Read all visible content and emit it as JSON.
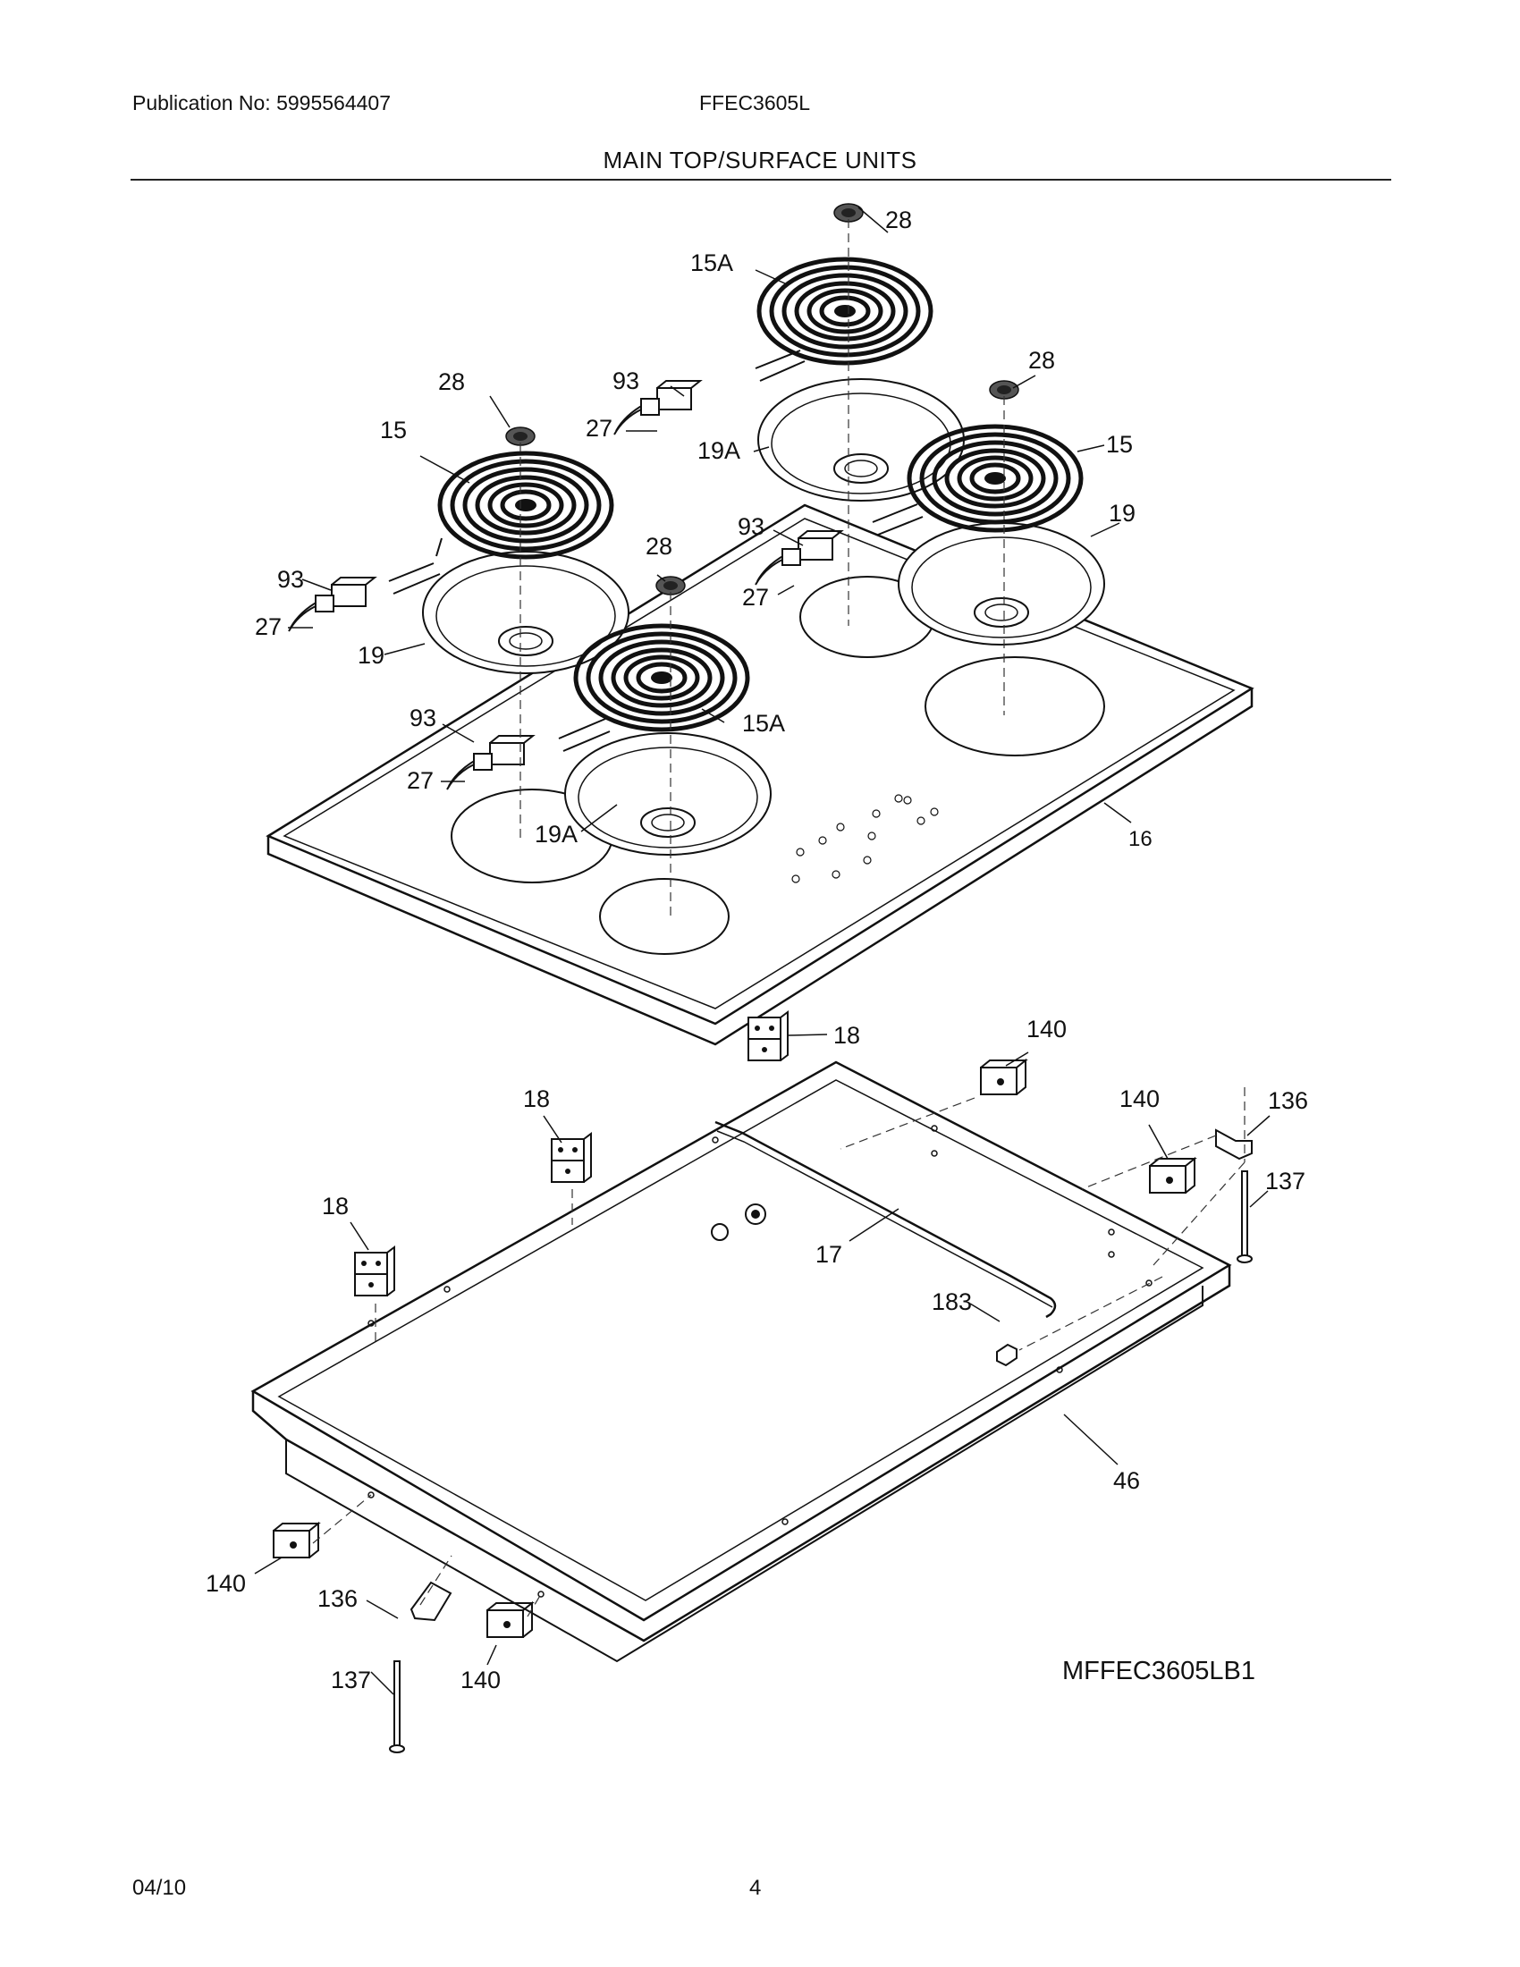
{
  "header": {
    "publication": "Publication No: 5995564407",
    "model": "FFEC3605L",
    "section_title": "MAIN TOP/SURFACE UNITS"
  },
  "diagram": {
    "image_code": "MFFEC3605LB1",
    "callouts": {
      "c28a": "28",
      "c15A_top": "15A",
      "c28b": "28",
      "c93a": "93",
      "c27a": "27",
      "c19A_top": "19A",
      "c15_right": "15",
      "c28c": "28",
      "c15_left": "15",
      "c28d": "28",
      "c93b": "93",
      "c19_right": "19",
      "c27b": "27",
      "c93c": "93",
      "c27c": "27",
      "c19_left": "19",
      "c15A_low": "15A",
      "c93d": "93",
      "c27d": "27",
      "c19A_low": "19A",
      "c16": "16",
      "c18a": "18",
      "c140a": "140",
      "c18b": "18",
      "c140b": "140",
      "c136a": "136",
      "c137a": "137",
      "c18c": "18",
      "c17": "17",
      "c183": "183",
      "c46": "46",
      "c140c": "140",
      "c136b": "136",
      "c137b": "137",
      "c140d": "140"
    }
  },
  "footer": {
    "date": "04/10",
    "page_number": "4"
  }
}
